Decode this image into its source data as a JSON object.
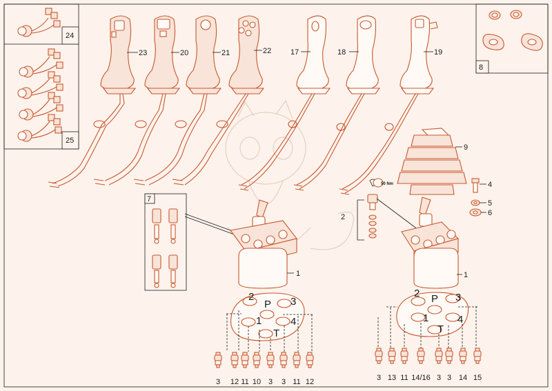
{
  "callouts": {
    "c24": "24",
    "c25": "25",
    "c8": "8",
    "c7": "7",
    "c23": "23",
    "c20": "20",
    "c21": "21",
    "c22": "22",
    "c17": "17",
    "c18": "18",
    "c19": "19",
    "c9": "9",
    "c4": "4",
    "c5": "5",
    "c6": "6",
    "c2": "2",
    "c1a": "1",
    "c1b": "1",
    "torque": "50 Nm"
  },
  "port_labels": {
    "left": {
      "p2": "2",
      "pP": "P",
      "p3": "3",
      "p1": "1",
      "p4": "4",
      "pT": "T"
    },
    "right": {
      "p2": "2",
      "pP": "P",
      "p3": "3",
      "p1": "1",
      "p4": "4",
      "pT": "T"
    }
  },
  "bottom_left": [
    "3",
    "12",
    "11",
    "10",
    "3",
    "3",
    "11",
    "12"
  ],
  "bottom_right": [
    "3",
    "13",
    "11",
    "14/16",
    "3",
    "3",
    "14",
    "15"
  ],
  "colors": {
    "part_outline": "#c9562d",
    "part_fill": "#f8e4d8",
    "background": "#fdf3ec",
    "text": "#1a1a1a"
  }
}
